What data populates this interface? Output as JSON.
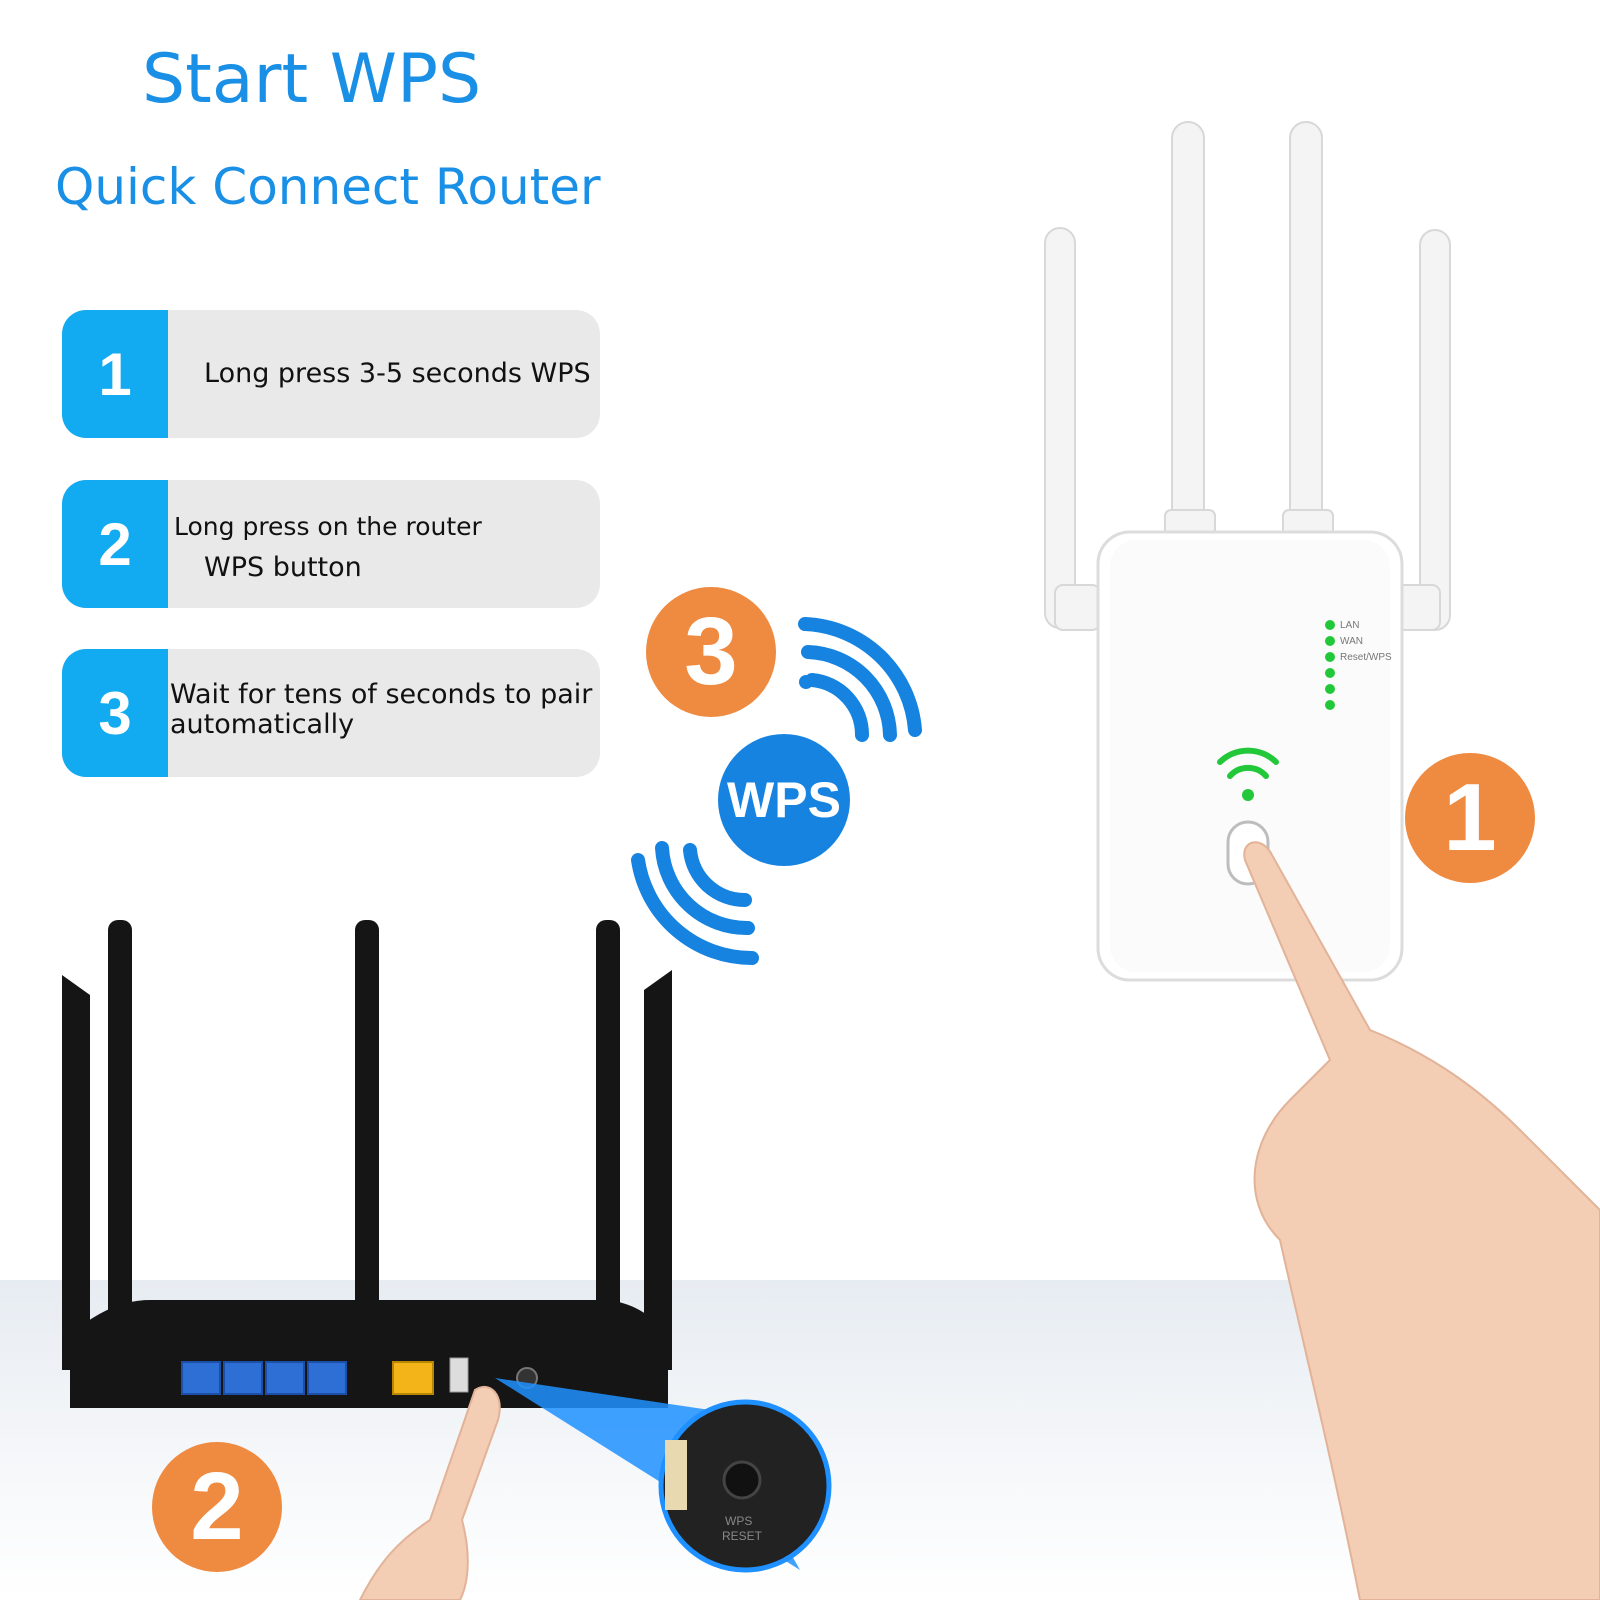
{
  "heading": {
    "title": "Start WPS",
    "subtitle": "Quick Connect Router"
  },
  "steps": [
    {
      "number": "1",
      "lines": [
        "Long press 3-5 seconds WPS"
      ]
    },
    {
      "number": "2",
      "lines": [
        "Long press on the router",
        "WPS button"
      ]
    },
    {
      "number": "3",
      "lines": [
        "Wait for tens of seconds to pair",
        "automatically"
      ]
    }
  ],
  "badges": {
    "extender": "1",
    "router": "2",
    "pairing": "3"
  },
  "wps_label": "WPS",
  "extender_leds": [
    "LAN",
    "WAN",
    "Reset/WPS"
  ],
  "router_button_label": [
    "WPS",
    "RESET"
  ],
  "colors": {
    "title_blue": "#1a8fe6",
    "step_number_bg": "#12aaf0",
    "step_bg": "#e9e9e9",
    "badge_orange": "#ef8a41",
    "wps_blue": "#1683e0",
    "led_green": "#22c83a",
    "router_port_blue": "#2e6fd6",
    "wan_port_yellow": "#f2b418"
  },
  "icons": [
    "wifi-signal-icon",
    "finger-pointer-icon"
  ]
}
